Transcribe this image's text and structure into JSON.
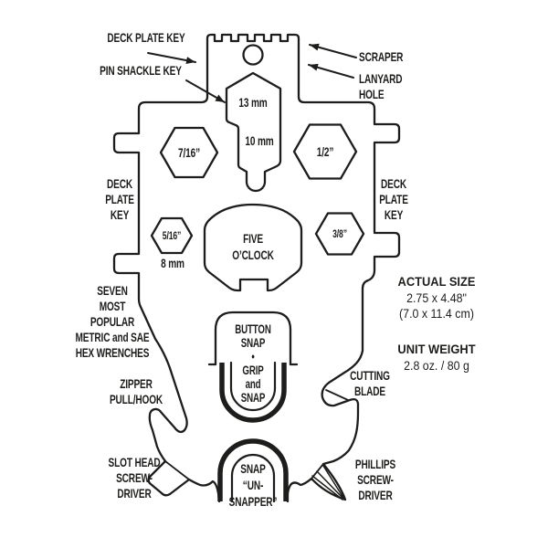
{
  "diagram": {
    "background": "#ffffff",
    "ink": "#1d1d1b",
    "callouts": {
      "deck_plate_key_top": "DECK PLATE KEY",
      "pin_shackle_key": "PIN SHACKLE KEY",
      "scraper": "SCRAPER",
      "lanyard_hole": "LANYARD\nHOLE",
      "deck_plate_key_left": "DECK\nPLATE\nKEY",
      "deck_plate_key_right": "DECK\nPLATE\nKEY",
      "hex_note": "SEVEN\nMOST\nPOPULAR\nMETRIC and SAE\nHEX WRENCHES",
      "zipper_pull_hook": "ZIPPER\nPULL/HOOK",
      "slot_head_screwdriver": "SLOT HEAD\nSCREW-\nDRIVER",
      "cutting_blade": "CUTTING\nBLADE",
      "phillips_screwdriver": "PHILLIPS\nSCREW-\nDRIVER"
    },
    "markings": {
      "hex_7_16": "7/16”",
      "hex_1_2": "1/2”",
      "hex_5_16": "5/16”",
      "hex_3_8": "3/8”",
      "hex_8_mm": "8 mm",
      "shackle_13_mm": "13 mm",
      "shackle_10_mm": "10 mm",
      "five_oclock": "FIVE\nO’CLOCK",
      "button_snap_grip": "BUTTON\nSNAP\n•\nGRIP\nand\nSNAP",
      "snap_unsnapper": "SNAP\n“UN-\nSNAPPER”"
    },
    "specs": {
      "actual_size": {
        "title": "ACTUAL SIZE",
        "inches": "2.75 x 4.48\"",
        "metric": "(7.0 x 11.4 cm)"
      },
      "unit_weight": {
        "title": "UNIT WEIGHT",
        "value": "2.8 oz. / 80 g"
      }
    }
  }
}
